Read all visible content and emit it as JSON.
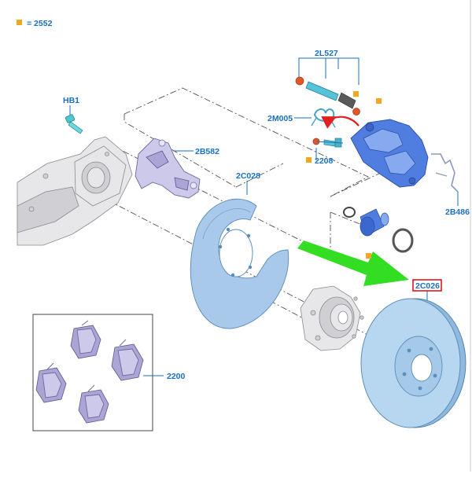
{
  "legend": {
    "value": "= 2552",
    "marker_color": "#f5a623"
  },
  "labels": {
    "hb1": "HB1",
    "l2b582": "2B582",
    "l2l527": "2L527",
    "l2m005": "2M005",
    "l2208": "2208",
    "l2c028": "2C028",
    "l2b486": "2B486",
    "l2c026": "2C026",
    "l2200": "2200"
  },
  "colors": {
    "label_text": "#1a6fc4",
    "highlight_box": "#e0141e",
    "green_arrow": "#33dd22",
    "red_arrow": "#e02020",
    "caliper": "#4f7de0",
    "rotor": "#b7d6ef",
    "pads": "#aaa5d6"
  }
}
